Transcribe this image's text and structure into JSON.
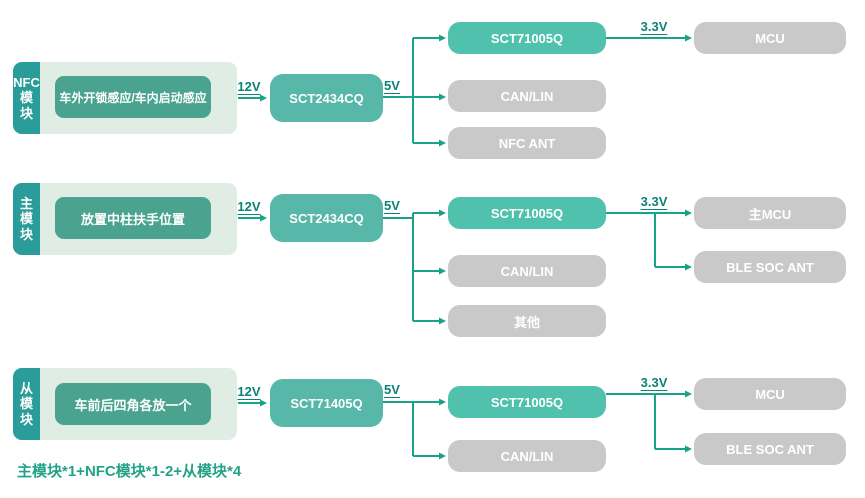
{
  "colors": {
    "group_bg": "#dfede4",
    "module_label_bg": "#2a9c9a",
    "description_bg": "#49a38e",
    "primary_regulator_bg": "#57b7a8",
    "secondary_regulator_bg": "#4fc1ad",
    "load_bg": "#c9c9c9",
    "wire": "#18a388",
    "voltage_text": "#0b8276",
    "footer_text": "#21a287"
  },
  "rows": [
    {
      "module": "NFC模块",
      "module_lines": [
        "NFC",
        "模",
        "块"
      ],
      "description": "车外开锁感应/车内启动感应",
      "input_rail": "12V",
      "regulator_primary": "SCT2434CQ",
      "rail_5v": "5V",
      "regulator_secondary": "SCT71005Q",
      "rail_3v3": "3.3V",
      "loads_5v": [
        "CAN/LIN",
        "NFC ANT"
      ],
      "loads_3v3": [
        "MCU"
      ]
    },
    {
      "module": "主模块",
      "module_lines": [
        "主",
        "模",
        "块"
      ],
      "description": "放置中柱扶手位置",
      "input_rail": "12V",
      "regulator_primary": "SCT2434CQ",
      "rail_5v": "5V",
      "regulator_secondary": "SCT71005Q",
      "rail_3v3": "3.3V",
      "loads_5v": [
        "CAN/LIN",
        "其他"
      ],
      "loads_3v3": [
        "主MCU",
        "BLE SOC ANT"
      ]
    },
    {
      "module": "从模块",
      "module_lines": [
        "从",
        "模",
        "块"
      ],
      "description": "车前后四角各放一个",
      "input_rail": "12V",
      "regulator_primary": "SCT71405Q",
      "rail_5v": "5V",
      "regulator_secondary": "SCT71005Q",
      "rail_3v3": "3.3V",
      "loads_5v": [
        "CAN/LIN"
      ],
      "loads_3v3": [
        "MCU",
        "BLE SOC ANT"
      ]
    }
  ],
  "footer": "主模块*1+NFC模块*1-2+从模块*4"
}
